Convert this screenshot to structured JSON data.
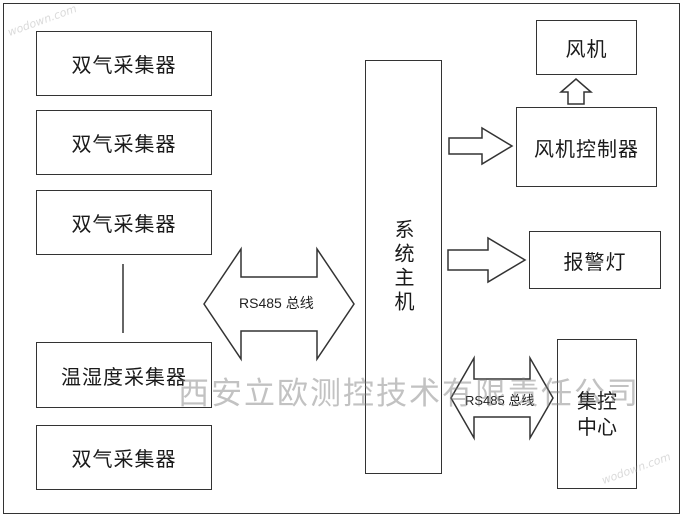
{
  "left_collectors": [
    {
      "label": "双气采集器"
    },
    {
      "label": "双气采集器"
    },
    {
      "label": "双气采集器"
    },
    {
      "label": "温湿度采集器"
    },
    {
      "label": "双气采集器"
    }
  ],
  "bus_left": {
    "label": "RS485 总线"
  },
  "host": {
    "label": "系统主机"
  },
  "fan": {
    "label": "风机"
  },
  "fan_controller": {
    "label": "风机控制器"
  },
  "alarm_light": {
    "label": "报警灯"
  },
  "bus_right": {
    "label": "RS485 总线"
  },
  "control_center": {
    "label": "集控\n中心"
  },
  "watermark": {
    "text": "西安立欧测控技术有限责任公司",
    "corner_text": "wodown.com"
  },
  "colors": {
    "line": "#333333",
    "watermark": "#787878"
  }
}
